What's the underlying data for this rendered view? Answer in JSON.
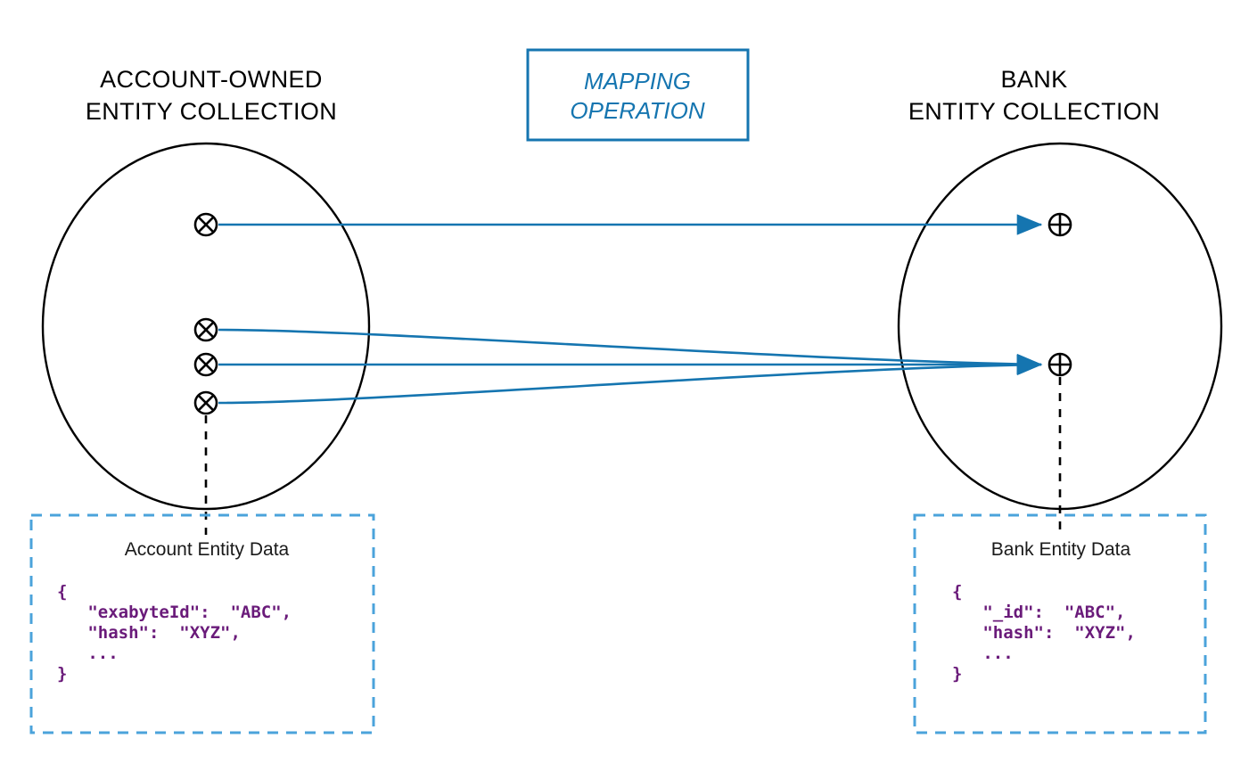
{
  "diagram": {
    "left_collection": {
      "title_line1": "ACCOUNT-OWNED",
      "title_line2": "ENTITY  COLLECTION",
      "node_icon": "circle-times-icon",
      "node_count": 4
    },
    "right_collection": {
      "title_line1": "BANK",
      "title_line2": "ENTITY  COLLECTION",
      "node_icon": "circle-plus-icon",
      "node_count": 2
    },
    "mapping_box": {
      "line1": "MAPPING",
      "line2": "OPERATION"
    },
    "left_panel": {
      "title": "Account Entity Data",
      "code_lines": [
        "{",
        "   \"exabyteId\":  \"ABC\",",
        "   \"hash\":  \"XYZ\",",
        "   ...",
        "}"
      ]
    },
    "right_panel": {
      "title": "Bank Entity Data",
      "code_lines": [
        "{",
        "   \"_id\":  \"ABC\",",
        "   \"hash\":  \"XYZ\",",
        "   ...",
        "}"
      ]
    },
    "colors": {
      "flow_blue": "#1575B0",
      "dashed_blue": "#4BA3DB",
      "code_purple": "#6A1B7A",
      "outline_black": "#000000"
    },
    "mappings": [
      {
        "from": "left-node-1",
        "to": "right-node-1",
        "type": "one-to-one"
      },
      {
        "from": "left-node-2",
        "to": "right-node-2",
        "type": "many-to-one"
      },
      {
        "from": "left-node-3",
        "to": "right-node-2",
        "type": "many-to-one"
      },
      {
        "from": "left-node-4",
        "to": "right-node-2",
        "type": "many-to-one"
      }
    ]
  }
}
